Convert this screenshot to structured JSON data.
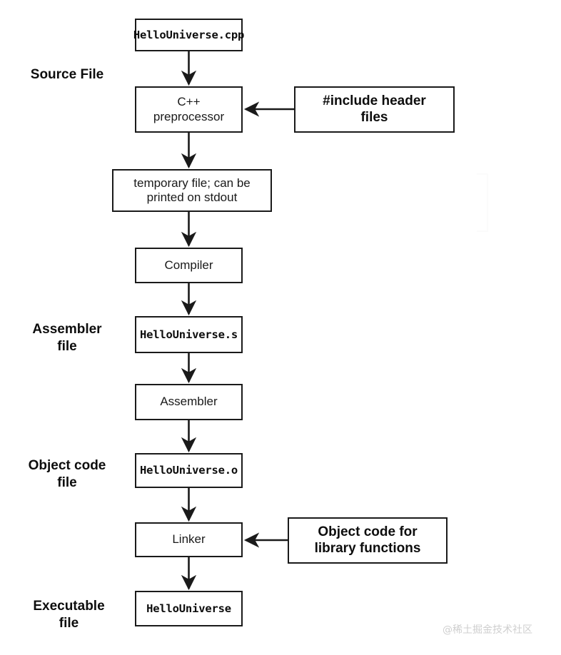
{
  "diagram": {
    "title": "C++ compilation pipeline",
    "stroke_color": "#1a1a1a",
    "background_color": "#ffffff",
    "stage_labels": [
      {
        "id": "source-file",
        "text": "Source File"
      },
      {
        "id": "assembler-file",
        "text": "Assembler\nfile"
      },
      {
        "id": "object-code-file",
        "text": "Object code\nfile"
      },
      {
        "id": "executable-file",
        "text": "Executable\nfile"
      }
    ],
    "nodes": [
      {
        "id": "source-cpp",
        "text": "HelloUniverse.cpp",
        "style": "mono"
      },
      {
        "id": "preprocessor",
        "text": "C++\npreprocessor",
        "style": "plain"
      },
      {
        "id": "include-headers",
        "text": "#include header\nfiles",
        "style": "strong"
      },
      {
        "id": "temporary-file",
        "text": "temporary file; can be\nprinted on stdout",
        "style": "plain"
      },
      {
        "id": "compiler",
        "text": "Compiler",
        "style": "plain"
      },
      {
        "id": "assembly-file",
        "text": "HelloUniverse.s",
        "style": "mono"
      },
      {
        "id": "assembler",
        "text": "Assembler",
        "style": "plain"
      },
      {
        "id": "object-file",
        "text": "HelloUniverse.o",
        "style": "mono"
      },
      {
        "id": "linker",
        "text": "Linker",
        "style": "plain"
      },
      {
        "id": "library-object-code",
        "text": "Object code for\nlibrary functions",
        "style": "strong"
      },
      {
        "id": "executable",
        "text": "HelloUniverse",
        "style": "mono"
      }
    ],
    "flow_sequence": [
      "HelloUniverse.cpp",
      "C++ preprocessor",
      "temporary file; can be printed on stdout",
      "Compiler",
      "HelloUniverse.s",
      "Assembler",
      "HelloUniverse.o",
      "Linker",
      "HelloUniverse"
    ],
    "side_inputs": [
      {
        "from": "#include header files",
        "to": "C++ preprocessor"
      },
      {
        "from": "Object code for library functions",
        "to": "Linker"
      }
    ]
  },
  "watermark": {
    "text": "@稀土掘金技术社区"
  }
}
